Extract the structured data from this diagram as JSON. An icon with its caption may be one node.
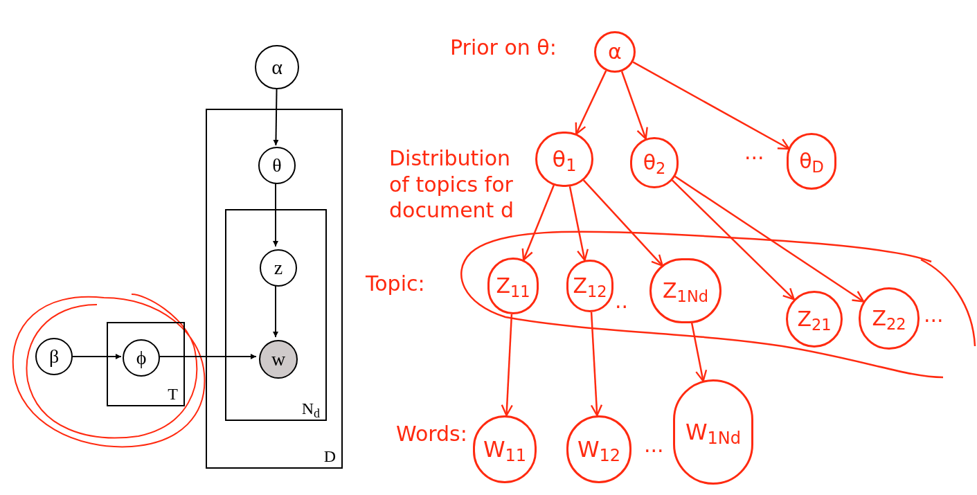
{
  "diagram": {
    "nodes": [
      {
        "text": [
          "D"
        ]
      },
      {
        "text": [
          "α"
        ]
      },
      {
        "text": [
          "θ"
        ],
        "in": 0
      },
      {
        "text": [
          "N$_{d}$"
        ],
        "in": 0
      },
      {
        "text": [
          "z"
        ],
        "in": 3
      },
      {
        "text": [
          "w"
        ],
        "in": 3
      },
      {
        "text": [
          "T"
        ]
      },
      {
        "text": [
          "ϕ"
        ],
        "in": 6
      },
      {
        "text": [
          "β"
        ]
      },
      {
        "text": [
          "α"
        ],
        "beside": [
          "Prior on θ:"
        ]
      },
      {
        "text": [
          "θ$_{1}$"
        ],
        "beside": [
          "Distribution of topics for document d"
        ]
      },
      {
        "text": [
          "θ$_{2}$"
        ]
      },
      {
        "text": [
          "θ$_{D}$"
        ]
      },
      {
        "text": [
          "Z$_{11}$"
        ]
      },
      {
        "text": [
          "Z$_{12}$"
        ]
      },
      {
        "text": [
          "Z$_{1Nd}$"
        ]
      },
      {
        "text": [
          "Z$_{21}$"
        ]
      },
      {
        "text": [
          "Z$_{22}$"
        ]
      },
      {
        "text": [
          "W$_{11}$"
        ]
      },
      {
        "text": [
          "W$_{12}$"
        ]
      },
      {
        "text": [
          "W$_{1Nd}$"
        ]
      }
    ],
    "edges": [
      {
        "from": 1,
        "to": 2,
        "arrow": "to",
        "color": "#000000"
      },
      {
        "from": 2,
        "to": 4,
        "arrow": "to",
        "color": "#000000"
      },
      {
        "from": 4,
        "to": 5,
        "arrow": "to",
        "color": "#000000"
      },
      {
        "from": 8,
        "to": 7,
        "arrow": "to",
        "color": "#000000"
      },
      {
        "from": 7,
        "to": 5,
        "arrow": "to",
        "color": "#000000"
      },
      {
        "from": 9,
        "to": 10,
        "arrow": "to"
      },
      {
        "from": 9,
        "to": 11,
        "arrow": "to"
      },
      {
        "from": 9,
        "to": 12,
        "arrow": "to"
      },
      {
        "from": 10,
        "to": 13,
        "arrow": "to"
      },
      {
        "from": 10,
        "to": 14,
        "arrow": "to"
      },
      {
        "from": 10,
        "to": 15,
        "arrow": "to"
      },
      {
        "from": 11,
        "to": 16,
        "arrow": "to"
      },
      {
        "from": 11,
        "to": 17,
        "arrow": "to"
      },
      {
        "from": 13,
        "to": 18,
        "arrow": "to"
      },
      {
        "from": 14,
        "to": 19,
        "arrow": "to"
      },
      {
        "from": 15,
        "to": 20,
        "arrow": "to"
      }
    ],
    "labels": [
      "...",
      "Topic:",
      "..",
      "...",
      "Words:",
      "..."
    ]
  }
}
